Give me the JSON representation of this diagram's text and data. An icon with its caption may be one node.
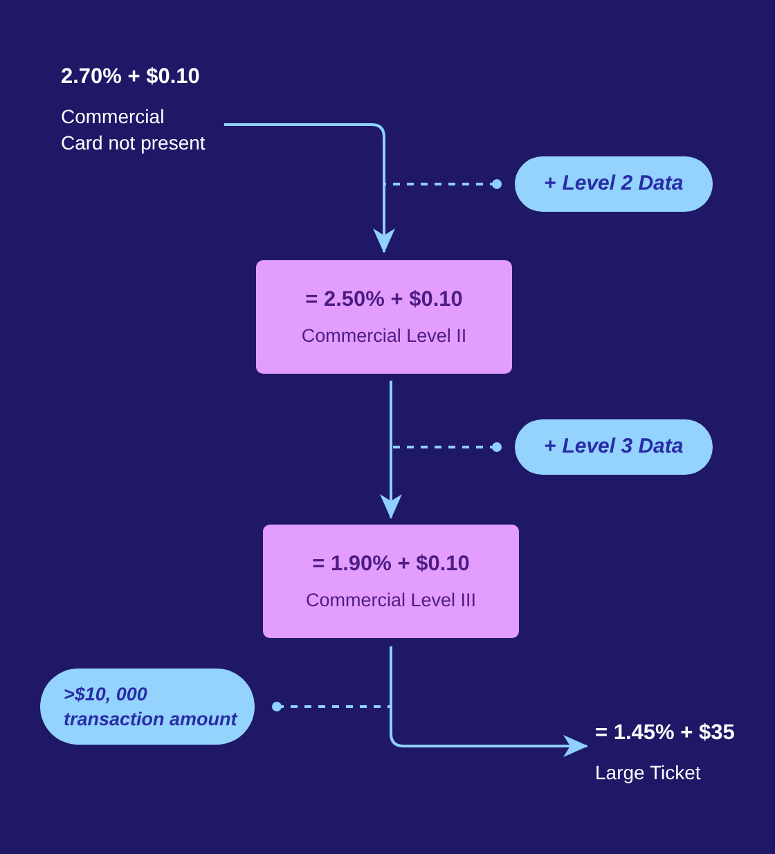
{
  "diagram": {
    "nodes": [
      {
        "text": [
          "2.70% + $0.10",
          "Commercial Card not present"
        ]
      },
      {
        "text": [
          "+ *Level 2 Data*"
        ]
      },
      {
        "text": [
          "= 2.50% + $0.10",
          "Commercial Level II"
        ]
      },
      {
        "text": [
          "+ *Level 3 Data*"
        ]
      },
      {
        "text": [
          "= 1.90% + $0.10",
          "Commercial Level III"
        ]
      },
      {
        "text": [
          ">$10, 000 transaction amount"
        ]
      },
      {
        "text": [
          "= 1.45% + $35",
          "Large Ticket"
        ]
      }
    ],
    "edges": [
      {
        "from": 0,
        "to": 2,
        "arrow": "to"
      },
      {
        "from": 1,
        "to": null,
        "arrow": "other",
        "style": "dashed"
      },
      {
        "from": 2,
        "to": 4,
        "arrow": "to"
      },
      {
        "from": 3,
        "to": null,
        "arrow": "other",
        "style": "dashed"
      },
      {
        "from": 4,
        "to": 6,
        "arrow": "to"
      },
      {
        "from": 5,
        "to": null,
        "arrow": "other",
        "style": "dashed"
      }
    ]
  }
}
